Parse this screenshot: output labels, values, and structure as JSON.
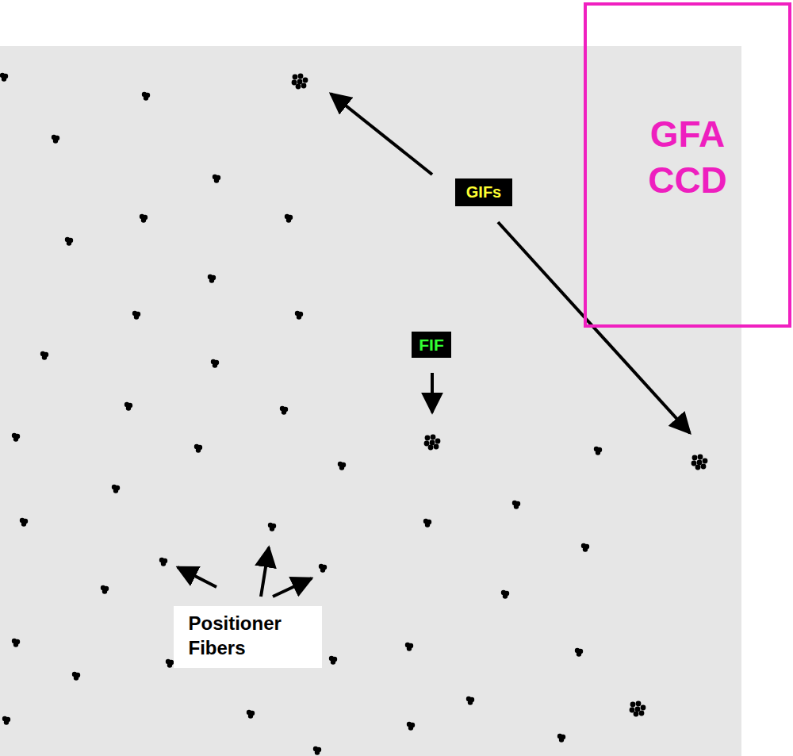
{
  "diagram": {
    "nodes": [
      {
        "text": [
          "GFA CCD"
        ]
      },
      {
        "text": [
          "GIFs"
        ]
      },
      {
        "text": [
          "FIF"
        ]
      },
      {
        "text": [
          "Positioner Fibers"
        ]
      }
    ]
  }
}
